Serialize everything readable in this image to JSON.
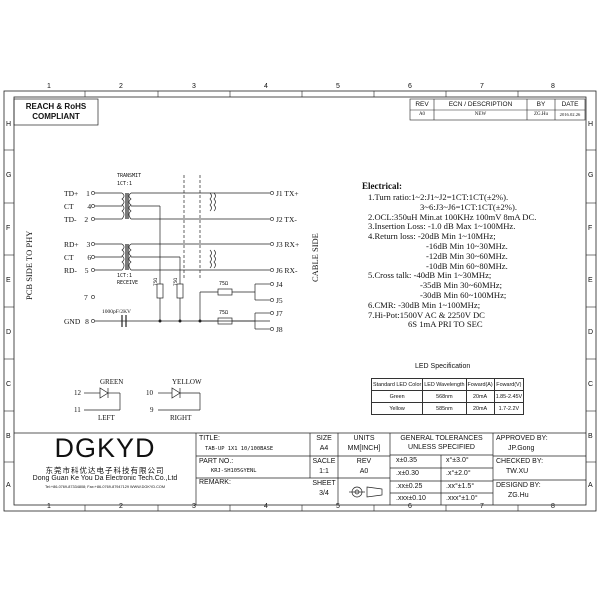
{
  "grid": {
    "cols": [
      "1",
      "2",
      "3",
      "4",
      "5",
      "6",
      "7",
      "8"
    ],
    "rows": [
      "H",
      "G",
      "F",
      "E",
      "D",
      "C",
      "B",
      "A"
    ]
  },
  "reach_box": {
    "line1": "REACH & RoHS",
    "line2": "COMPLIANT"
  },
  "revision_table": {
    "headers": [
      "REV",
      "ECN / DESCRIPTION",
      "BY",
      "DATE"
    ],
    "row": [
      "A0",
      "NEW",
      "ZG.Hu",
      "2016.02.26"
    ]
  },
  "schematic": {
    "left_side_label": "PCB SIDE TO PHY",
    "right_side_label": "CABLE SIDE",
    "transmit_label": "TRANSMIT",
    "transmit_ratio": "1CT:1",
    "receive_ratio": "1CT:1",
    "receive_label": "RECEIVE",
    "pins_left": [
      {
        "name": "TD+",
        "num": "1"
      },
      {
        "name": "CT",
        "num": "4"
      },
      {
        "name": "TD-",
        "num": "2"
      },
      {
        "name": "RD+",
        "num": "3"
      },
      {
        "name": "CT",
        "num": "6"
      },
      {
        "name": "RD-",
        "num": "5"
      },
      {
        "name": "",
        "num": "7"
      },
      {
        "name": "GND",
        "num": "8"
      }
    ],
    "pins_right": [
      {
        "name": "J1",
        "sig": "TX+"
      },
      {
        "name": "J2",
        "sig": "TX-"
      },
      {
        "name": "J3",
        "sig": "RX+"
      },
      {
        "name": "J6",
        "sig": "RX-"
      },
      {
        "name": "J4",
        "sig": ""
      },
      {
        "name": "J5",
        "sig": ""
      },
      {
        "name": "J7",
        "sig": ""
      },
      {
        "name": "J8",
        "sig": ""
      }
    ],
    "cap_label": "1000pF/2KV",
    "res_labels": [
      "75Ω",
      "75Ω",
      "75Ω",
      "75Ω"
    ]
  },
  "electrical": {
    "title": "Electrical:",
    "lines": [
      "1.Turn ratio:1~2:J1~J2=1CT:1CT(±2%).",
      "3~6:J3~J6=1CT:1CT(±2%).",
      "2.OCL:350uH Min.at 100KHz 100mV 8mA DC.",
      "3.Insertion Loss: -1.0 dB Max 1~100MHz.",
      "4.Return loss: -20dB Min 1~10MHz;",
      "-16dB Min 10~30MHz.",
      "-12dB Min 30~60MHz.",
      "-10dB Min 60~80MHz.",
      "5.Cross talk: -40dB Min 1~30MHz;",
      "-35dB Min 30~60MHz;",
      "-30dB Min 60~100MHz;",
      "6.CMR: -30dB Min 1~100MHz;",
      "7.Hi-Pot:1500V AC & 2250V DC",
      "6S 1mA PRI TO SEC"
    ]
  },
  "led_spec": {
    "title": "LED Specification",
    "headers": [
      "Standard LED Color",
      "LED Wavelength",
      "Foward(A)",
      "Foward(V)"
    ],
    "rows": [
      [
        "Green",
        "568nm",
        "20mA",
        "1.85-2.45V"
      ],
      [
        "Yellow",
        "585nm",
        "20mA",
        "1.7-2.2V"
      ]
    ]
  },
  "leds": {
    "green": {
      "label": "GREEN",
      "pin_a": "12",
      "pin_k": "11",
      "side": "LEFT"
    },
    "yellow": {
      "label": "YELLOW",
      "pin_a": "10",
      "pin_k": "9",
      "side": "RIGHT"
    }
  },
  "title_block": {
    "logo": "DGKYD",
    "company_cn": "东莞市科优达电子科技有限公司",
    "company_en": "Dong Guan Ke You Da Electronic Tech.Co.,Ltd",
    "contact": "Tel:+86-0769-87334808; Fax:+86-0769-87947129 WWW.DGKYD.COM",
    "title_label": "TITLE:",
    "title_value": "TAB-UP 1X1 10/100BASE",
    "part_label": "PART NO.:",
    "part_value": "KRJ-SH105GYENL",
    "remark_label": "REMARK:",
    "size_label": "SIZE",
    "size_value": "A4",
    "units_label": "UNITS",
    "units_value": "MM[INCH]",
    "scale_label": "SACLE",
    "scale_value": "1:1",
    "rev_label": "REV",
    "rev_value": "A0",
    "sheet_label": "SHEET",
    "sheet_value": "3/4",
    "tol_title1": "GENERAL TOLERANCES",
    "tol_title2": "UNLESS SPECIFIED",
    "tolerances": [
      [
        "x±0.35",
        "x°±3.0°"
      ],
      [
        ".x±0.30",
        ".x°±2.0°"
      ],
      [
        ".xx±0.25",
        ".xx°±1.5°"
      ],
      [
        ".xxx±0.10",
        ".xxx°±1.0°"
      ]
    ],
    "approved_label": "APPROVED BY:",
    "approved_value": "JP.Gong",
    "checked_label": "CHECKED BY:",
    "checked_value": "TW.XU",
    "designed_label": "DESIGND BY:",
    "designed_value": "ZG.Hu"
  }
}
